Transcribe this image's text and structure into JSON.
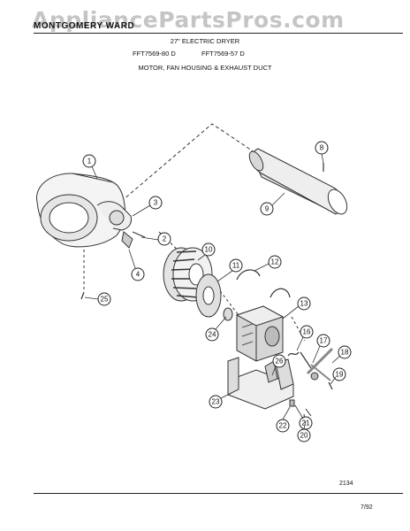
{
  "watermark": "AppliancePartsPros.com",
  "header": {
    "brand": "MONTGOMERY WARD",
    "title": "27\" ELECTRIC DRYER",
    "model_a": "FFT7569-80 D",
    "model_b": "FFT7569-57 D",
    "section": "MOTOR, FAN HOUSING & EXHAUST DUCT"
  },
  "callouts": [
    "1",
    "2",
    "3",
    "4",
    "8",
    "9",
    "10",
    "11",
    "12",
    "13",
    "16",
    "17",
    "18",
    "19",
    "20",
    "21",
    "22",
    "23",
    "24",
    "25",
    "26"
  ],
  "footer": {
    "code": "2134",
    "date": "7/92"
  }
}
